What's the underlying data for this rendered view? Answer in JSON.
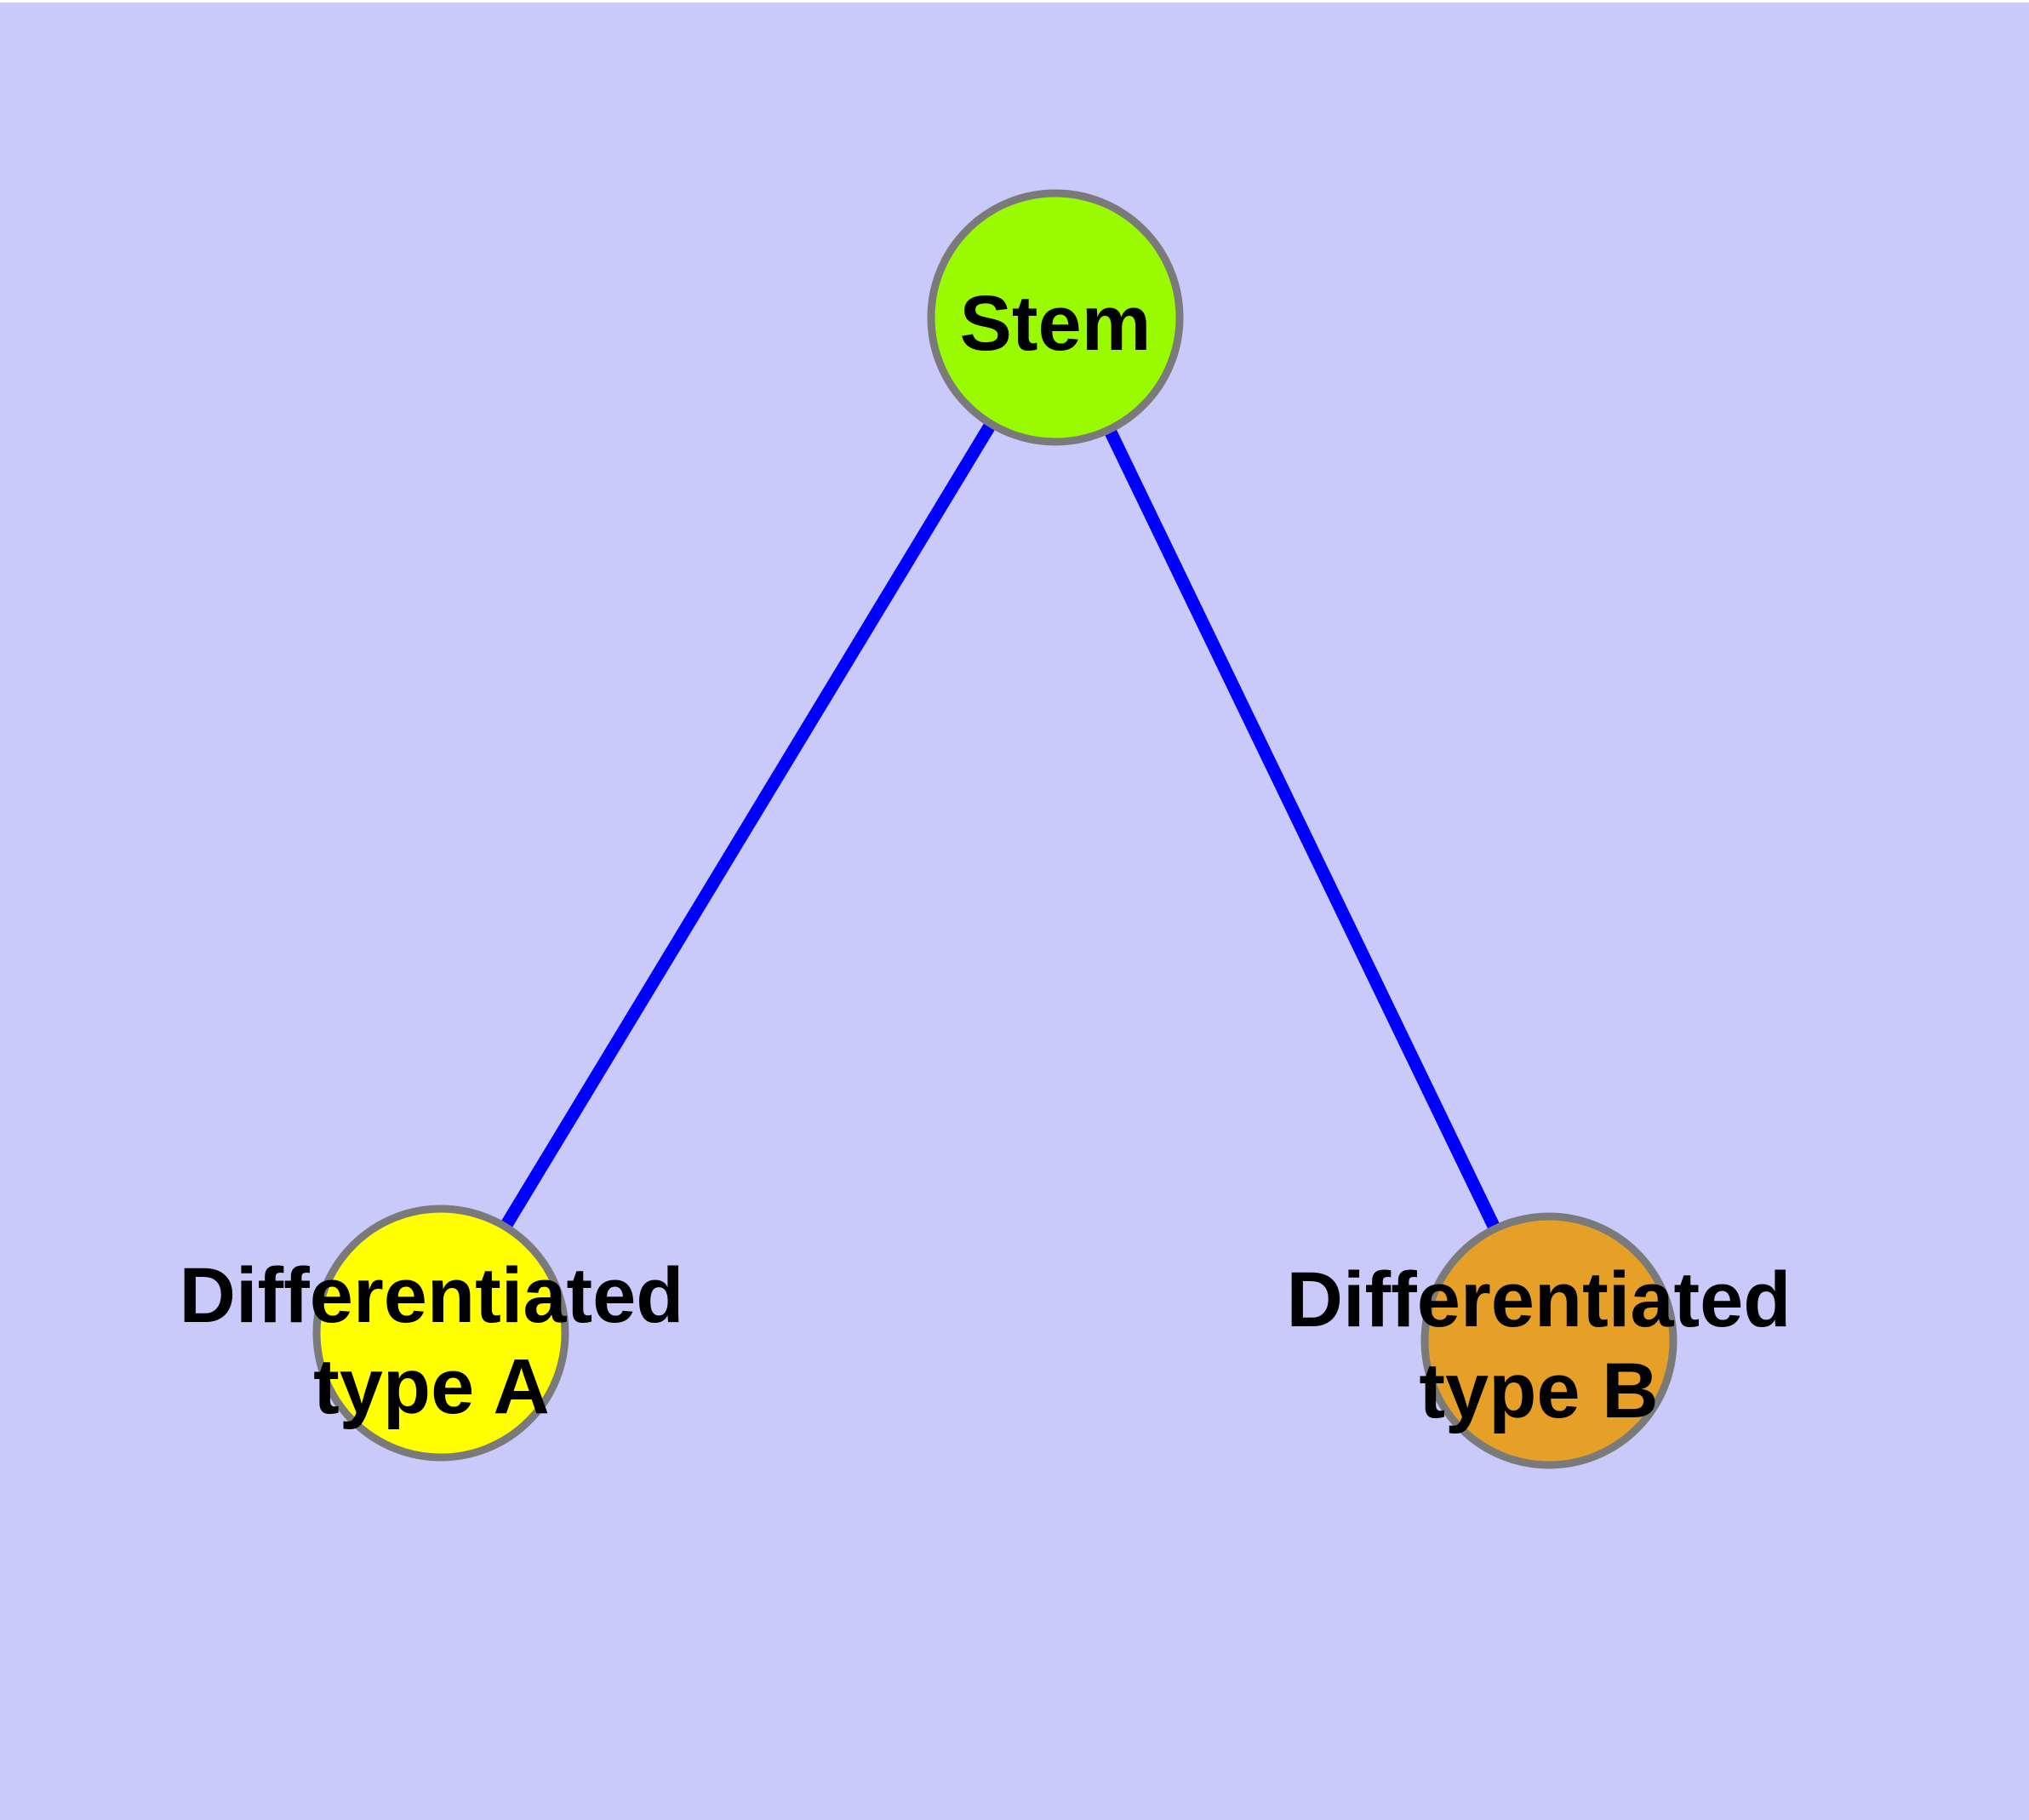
{
  "diagram": {
    "background_color": "#C9C9FA",
    "edge_color": "#0000FF",
    "node_border_color": "#7A7A7A",
    "label_color": "#000000",
    "nodes": [
      {
        "id": "stem",
        "label": "Stem",
        "label_line1": "Stem",
        "label_line2": "",
        "color": "#9AFB00"
      },
      {
        "id": "differentiated-type-a",
        "label": "Differentiated type A",
        "label_line1": "Differentiated",
        "label_line2": "type A",
        "color": "#FFFF00"
      },
      {
        "id": "differentiated-type-b",
        "label": "Differentiated type B",
        "label_line1": "Differentiated",
        "label_line2": "type B",
        "color": "#E6A028"
      }
    ],
    "edges": [
      {
        "from": "Stem",
        "to": "Differentiated type A"
      },
      {
        "from": "Stem",
        "to": "Differentiated type B"
      }
    ]
  }
}
